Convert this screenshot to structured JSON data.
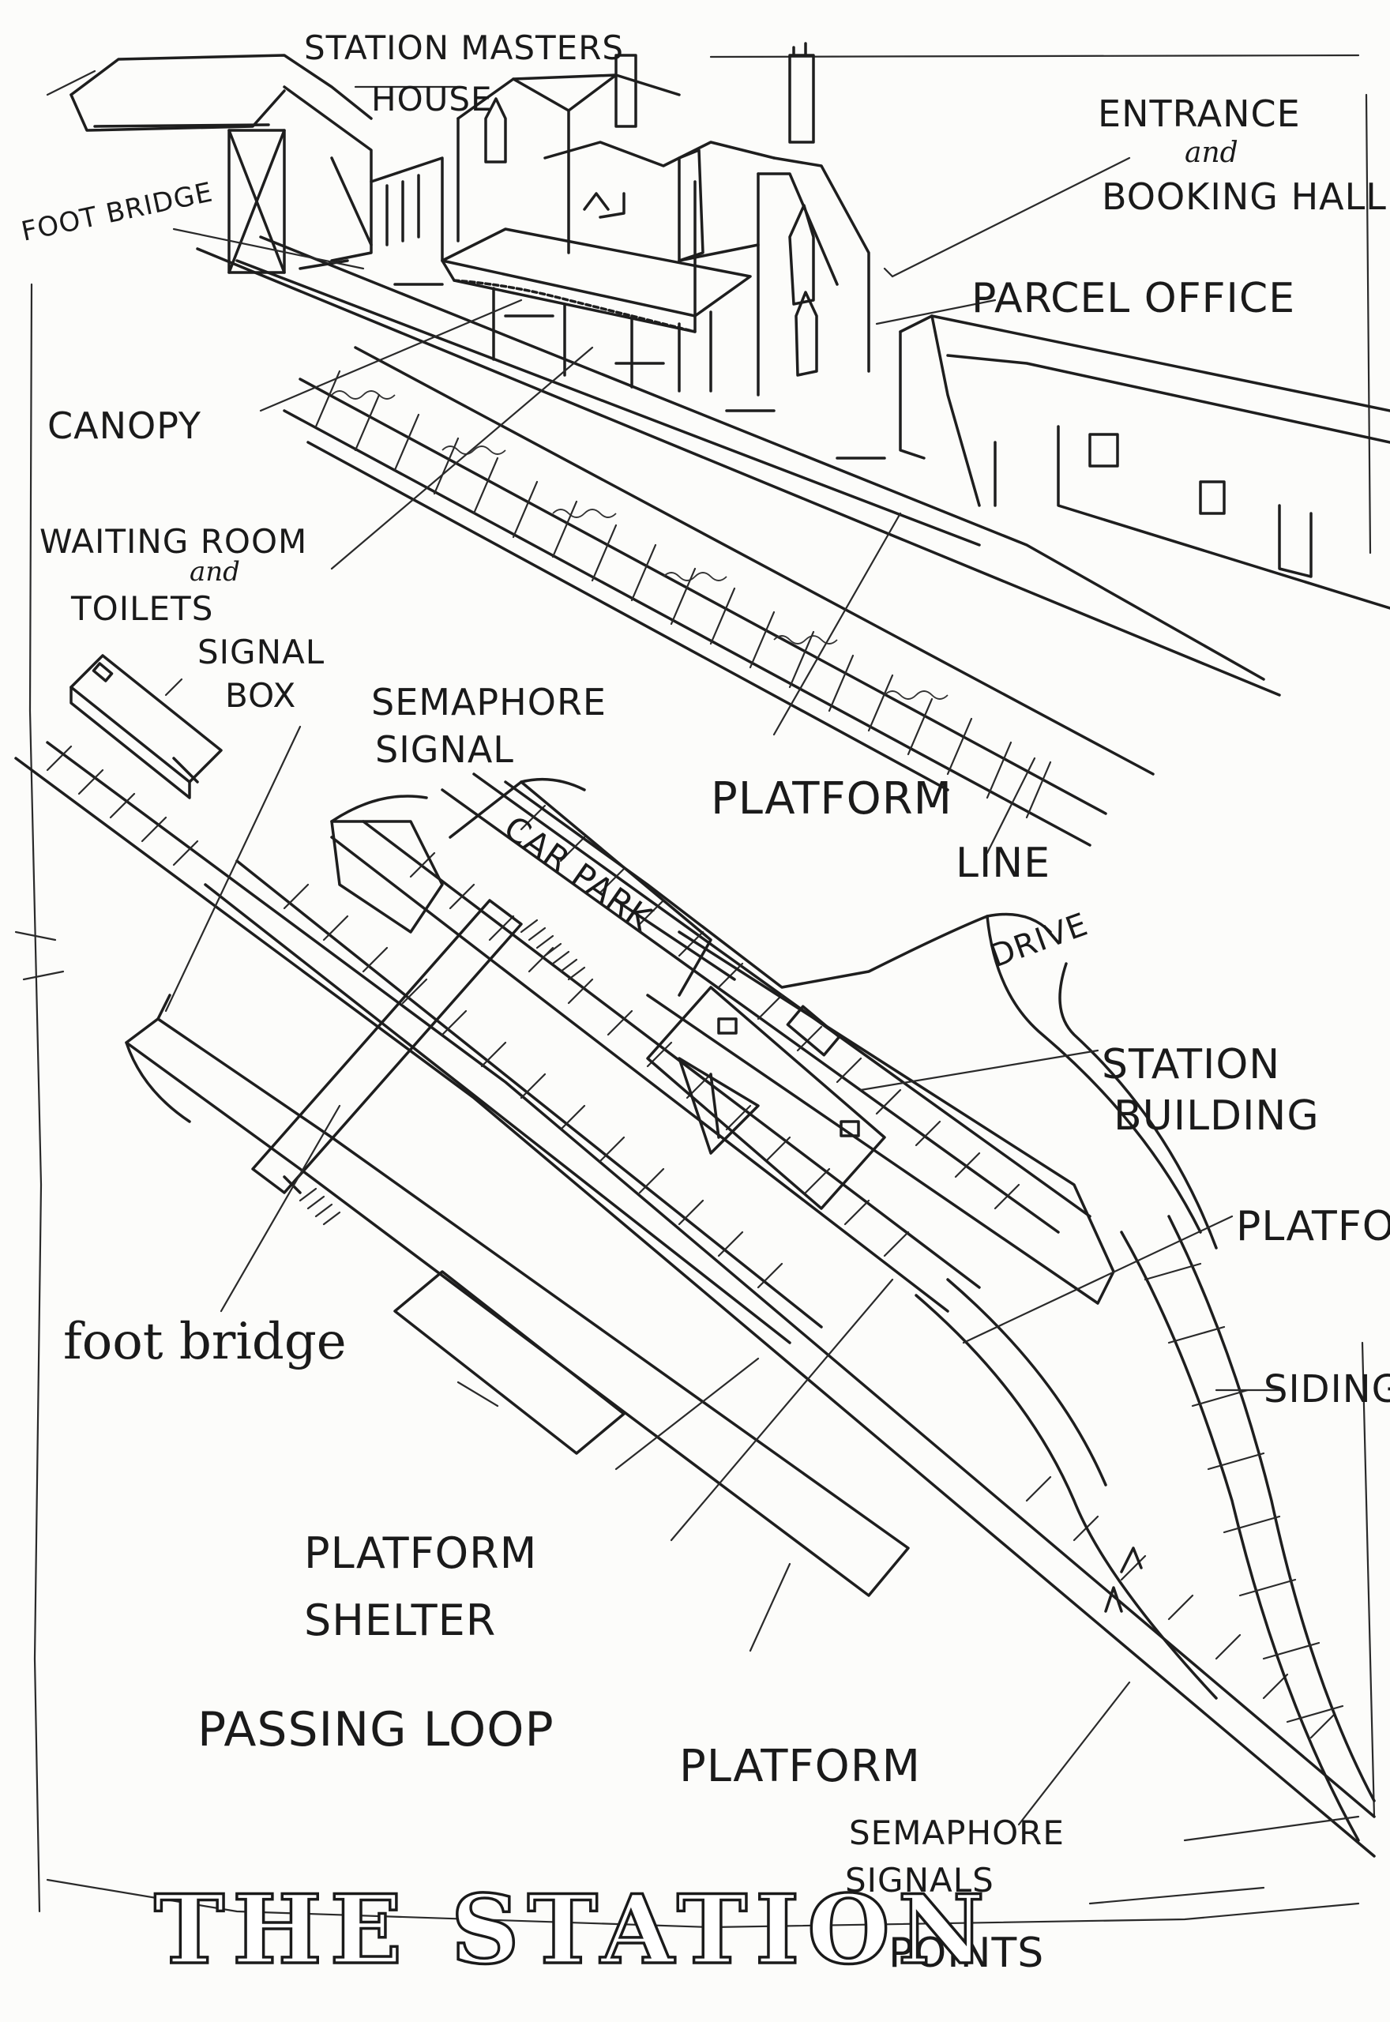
{
  "title": "THE STATION",
  "labels": {
    "station_masters_house": [
      "STATION MASTERS",
      "HOUSE"
    ],
    "entrance": [
      "ENTRANCE",
      "and",
      "BOOKING HALL"
    ],
    "footbridge_top": "FOOT BRIDGE",
    "parcel_office": "PARCEL OFFICE",
    "canopy": "CANOPY",
    "waiting_room": [
      "WAITING ROOM",
      "and",
      "TOILETS"
    ],
    "signal_box": [
      "SIGNAL",
      "BOX"
    ],
    "semaphore_signal": [
      "SEMAPHORE",
      "SIGNAL"
    ],
    "platform_top": "PLATFORM",
    "line": "LINE",
    "car_park": "CAR PARK",
    "drive": "DRIVE",
    "station_building": [
      "STATION",
      "BUILDING"
    ],
    "platform_right": "PLATFORM",
    "siding": "SIDING",
    "foot_bridge": "foot bridge",
    "platform_shelter": [
      "PLATFORM",
      "SHELTER"
    ],
    "passing_loop": "PASSING LOOP",
    "platform_bottom": "PLATFORM",
    "semaphore_signals": [
      "SEMAPHORE",
      "SIGNALS"
    ],
    "points": "POINTS"
  }
}
